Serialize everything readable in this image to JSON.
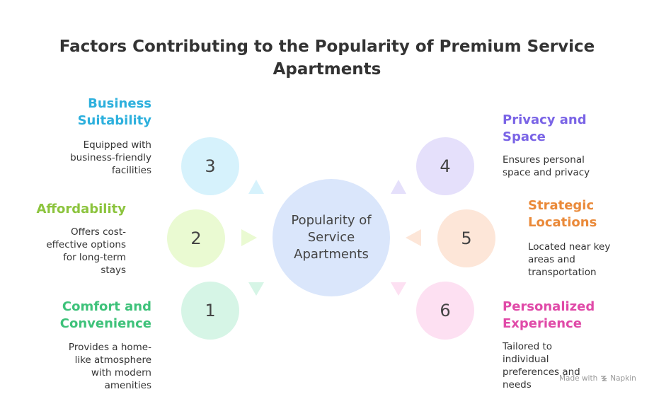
{
  "title": "Factors Contributing to the Popularity of Premium Service Apartments",
  "center": {
    "label": "Popularity of Service Apartments",
    "lines": [
      "Popularity of",
      "Service",
      "Apartments"
    ],
    "color": "#dae6fb"
  },
  "factors": [
    {
      "number": "1",
      "heading_lines": [
        "Comfort and",
        "Convenience"
      ],
      "desc_lines": [
        "Provides a home-",
        "like atmosphere",
        "with modern",
        "amenities"
      ],
      "color": "#d6f5e6",
      "accent": "#3ec27a"
    },
    {
      "number": "2",
      "heading_lines": [
        "Affordability"
      ],
      "desc_lines": [
        "Offers cost-",
        "effective options",
        "for long-term",
        "stays"
      ],
      "color": "#eafad2",
      "accent": "#8cc43e"
    },
    {
      "number": "3",
      "heading_lines": [
        "Business",
        "Suitability"
      ],
      "desc_lines": [
        "Equipped with",
        "business-friendly",
        "facilities"
      ],
      "color": "#d6f2fc",
      "accent": "#2db0dd"
    },
    {
      "number": "4",
      "heading_lines": [
        "Privacy and",
        "Space"
      ],
      "desc_lines": [
        "Ensures personal",
        "space and privacy"
      ],
      "color": "#e5e0fb",
      "accent": "#7a64e6"
    },
    {
      "number": "5",
      "heading_lines": [
        "Strategic",
        "Locations"
      ],
      "desc_lines": [
        "Located near key",
        "areas and",
        "transportation"
      ],
      "color": "#fde6d8",
      "accent": "#ea8a3a"
    },
    {
      "number": "6",
      "heading_lines": [
        "Personalized",
        "Experience"
      ],
      "desc_lines": [
        "Tailored to",
        "individual",
        "preferences and",
        "needs"
      ],
      "color": "#fde0f2",
      "accent": "#e04aa8"
    }
  ],
  "footer": {
    "made_with": "Made with",
    "brand": "Napkin"
  }
}
